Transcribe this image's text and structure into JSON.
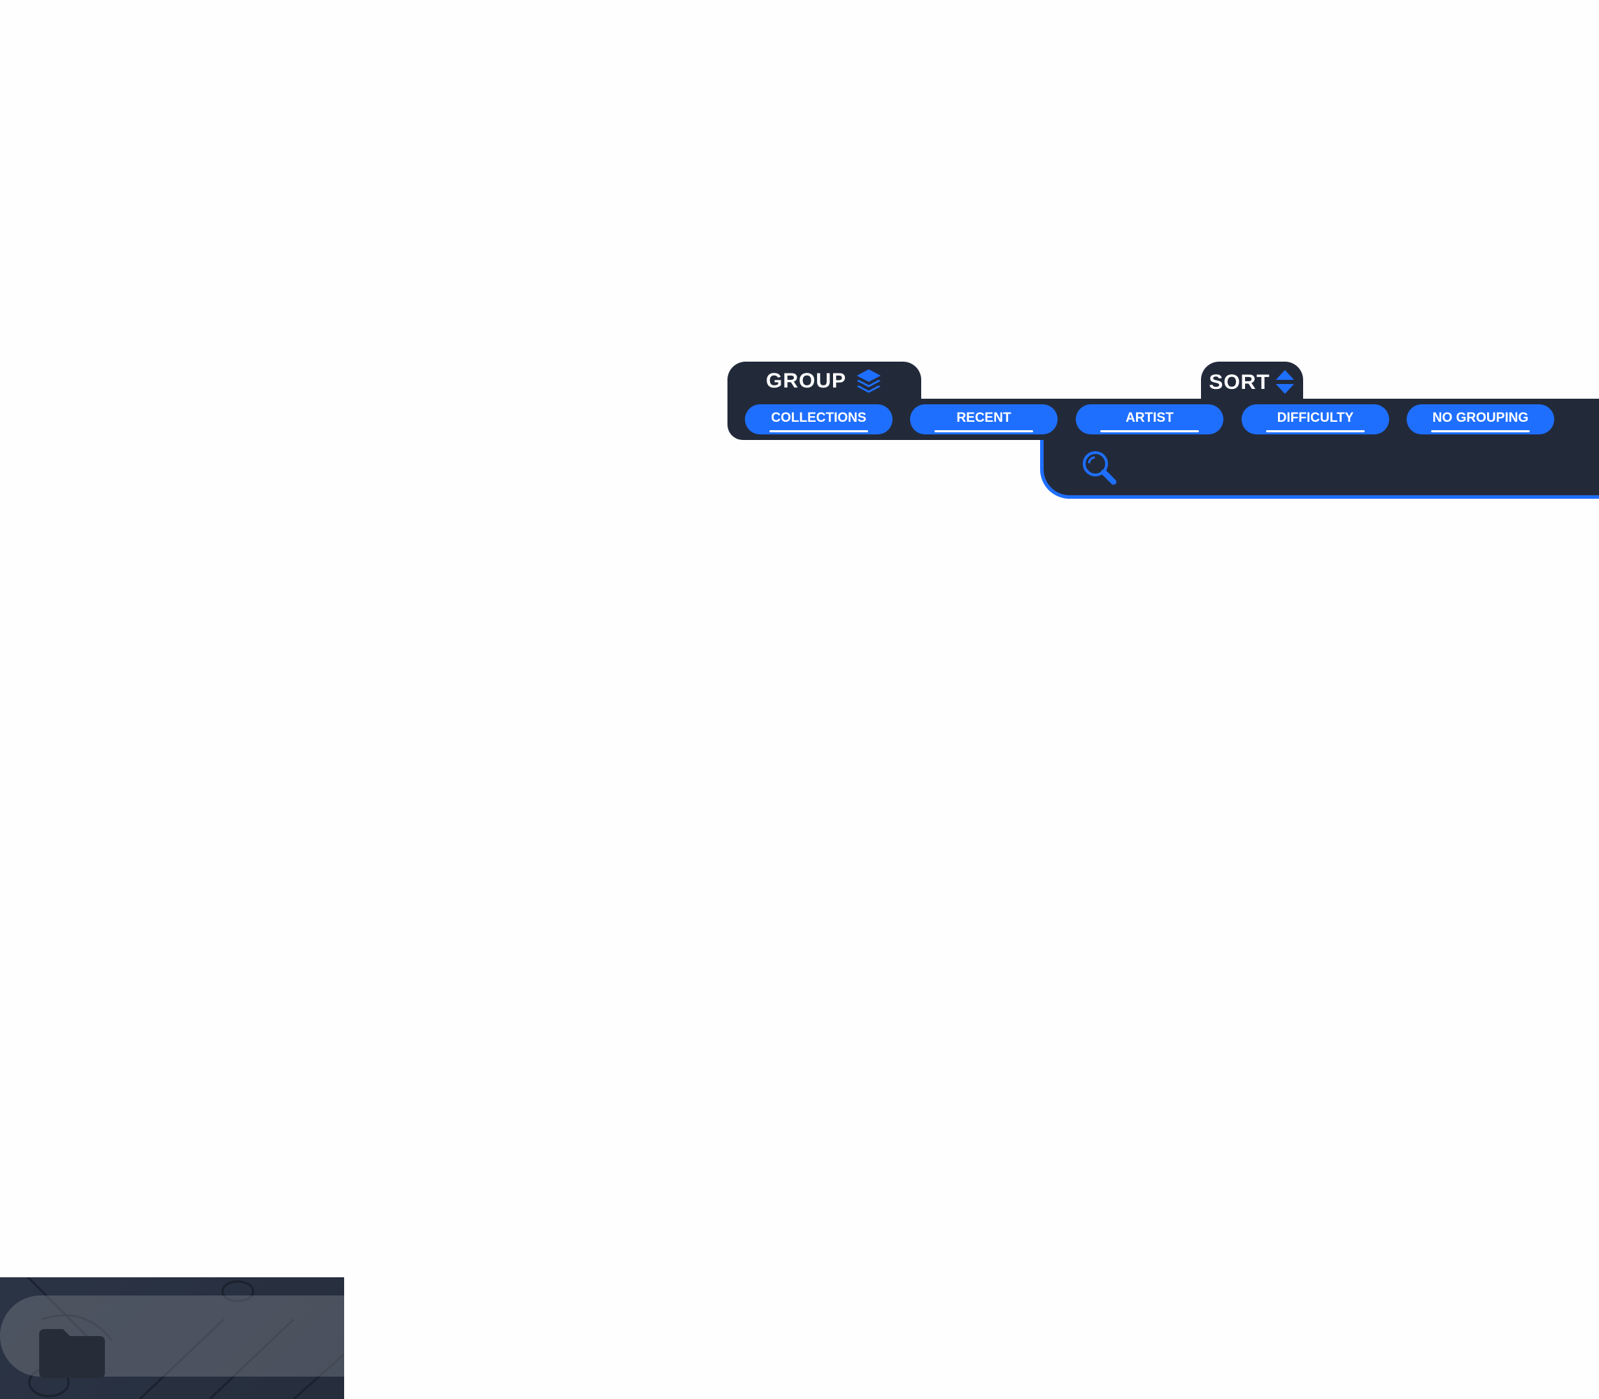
{
  "group": {
    "title": "GROUP",
    "icon": "layers-icon",
    "options": [
      {
        "label": "COLLECTIONS"
      },
      {
        "label": "RECENT"
      },
      {
        "label": "ARTIST"
      },
      {
        "label": "DIFFICULTY"
      },
      {
        "label": "NO GROUPING"
      }
    ]
  },
  "sort": {
    "title": "SORT",
    "icon": "sort-arrows-icon"
  },
  "search": {
    "icon": "search-icon",
    "value": ""
  },
  "footer": {
    "icon": "folder-icon"
  },
  "colors": {
    "panel": "#222a3a",
    "accent": "#1f6fff",
    "text": "#ffffff",
    "background": "#fefefe"
  }
}
